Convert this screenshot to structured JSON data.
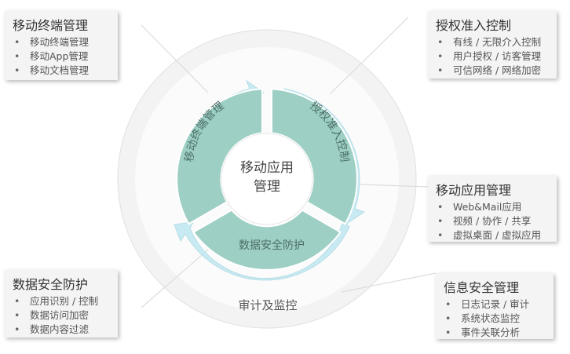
{
  "center": {
    "line1": "移动应用",
    "line2": "管理"
  },
  "segments": [
    {
      "label": "移动终端管理"
    },
    {
      "label": "授权准入控制"
    },
    {
      "label": "数据安全防护"
    }
  ],
  "outer_label": "审计及监控",
  "cards": {
    "top_left": {
      "title": "移动终端管理",
      "items": [
        "移动终端管理",
        "移动App管理",
        "移动文档管理"
      ]
    },
    "top_right": {
      "title": "授权准入控制",
      "items": [
        "有线 / 无限介入控制",
        "用户授权 / 访客管理",
        "可信网络 / 网络加密"
      ]
    },
    "mid_right": {
      "title": "移动应用管理",
      "items": [
        "Web&Mail应用",
        "视频 / 协作 / 共享",
        "虚拟桌面 / 虚拟应用"
      ]
    },
    "bottom_left": {
      "title": "数据安全防护",
      "items": [
        "应用识别 / 控制",
        "数据访问加密",
        "数据内容过滤"
      ]
    },
    "bottom_right": {
      "title": "信息安全管理",
      "items": [
        "日志记录 / 审计",
        "系统状态监控",
        "事件关联分析"
      ]
    }
  },
  "colors": {
    "segment_fill": "#9ecfc4",
    "arrow_band": "#c8eaf2",
    "outer_ring": "#f3f3f3",
    "center_fill": "#ffffff"
  }
}
